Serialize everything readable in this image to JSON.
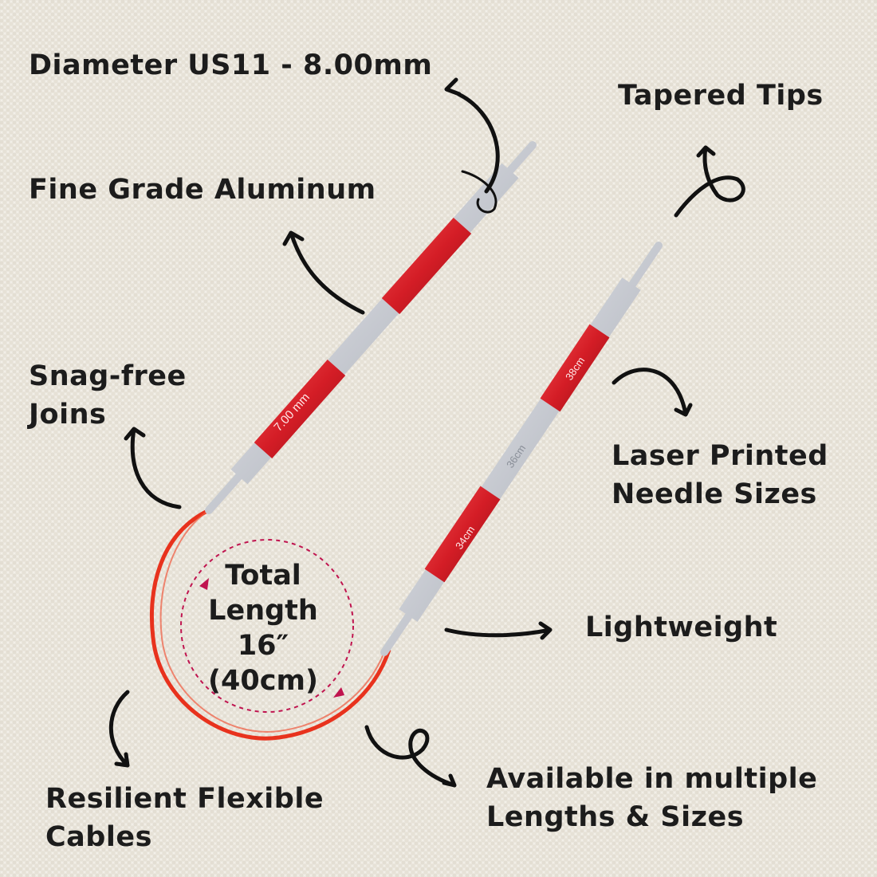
{
  "colors": {
    "background": "#ece8df",
    "needle_red": "#d71f27",
    "cable_red": "#e8321d",
    "dashed_circle": "#c0144f",
    "text": "#1c1c1c",
    "silver": "#c9ccd3"
  },
  "features": {
    "diameter": "Diameter US11 - 8.00mm",
    "tips": "Tapered Tips",
    "material": "Fine Grade Aluminum",
    "joins": [
      "Snag-free",
      "Joins"
    ],
    "sizes": [
      "Laser Printed",
      "Needle Sizes"
    ],
    "weight": "Lightweight",
    "cables": [
      "Resilient Flexible",
      "Cables"
    ],
    "availability": [
      "Available in multiple",
      "Lengths & Sizes"
    ]
  },
  "total_length": [
    "Total",
    "Length",
    "16″",
    "(40cm)"
  ],
  "needle_markings": {
    "left_needle": "7.00 mm",
    "right_needle_top": "38cm",
    "right_needle_mid": "36cm",
    "right_needle_low": "34cm"
  }
}
